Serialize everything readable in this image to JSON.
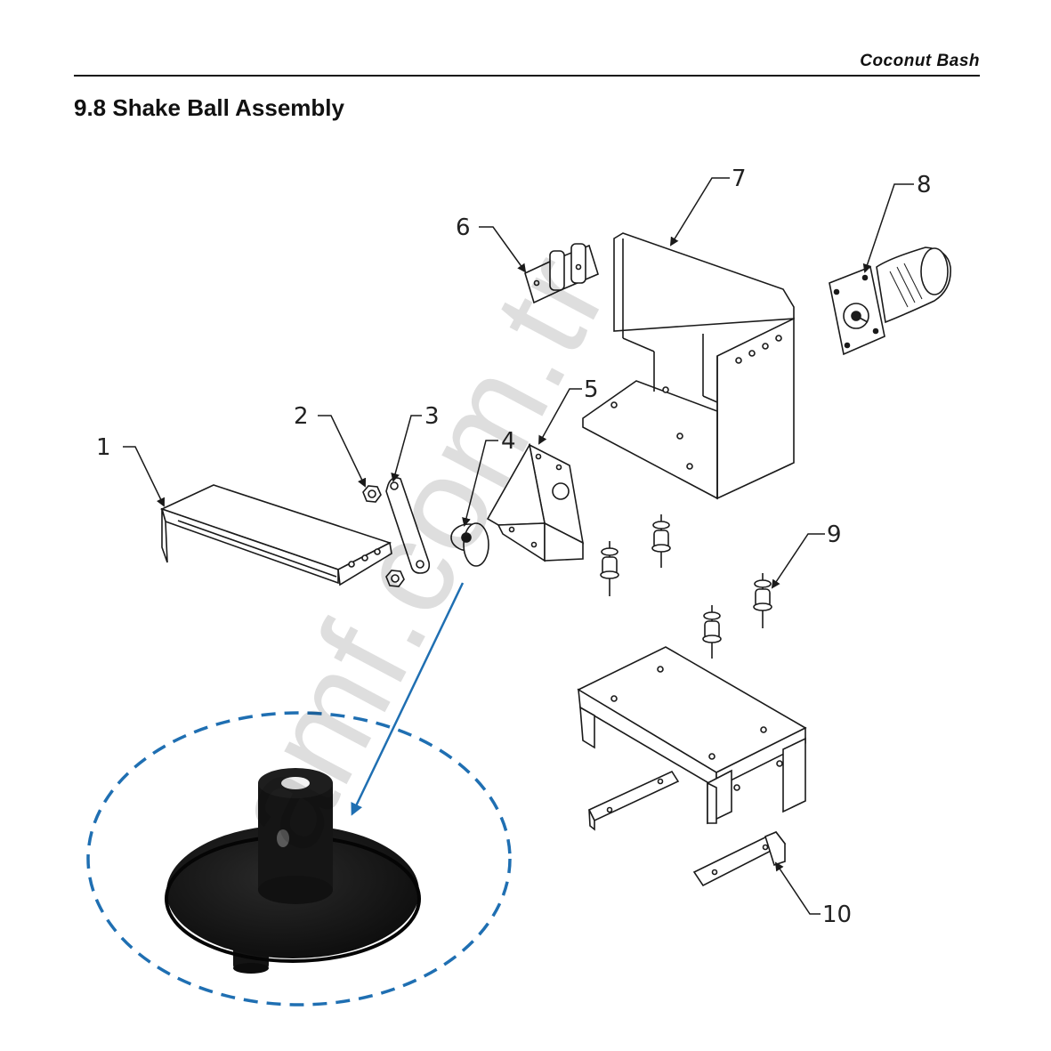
{
  "header": {
    "brand": "Coconut Bash"
  },
  "section": {
    "title": "9.8 Shake Ball Assembly"
  },
  "callouts": [
    "1",
    "2",
    "3",
    "4",
    "5",
    "6",
    "7",
    "8",
    "9",
    "10"
  ],
  "watermark": "amf.com.tr",
  "colors": {
    "line": "#1a1a1a",
    "highlight": "#1f6fb2",
    "part_photo": "#121212"
  }
}
